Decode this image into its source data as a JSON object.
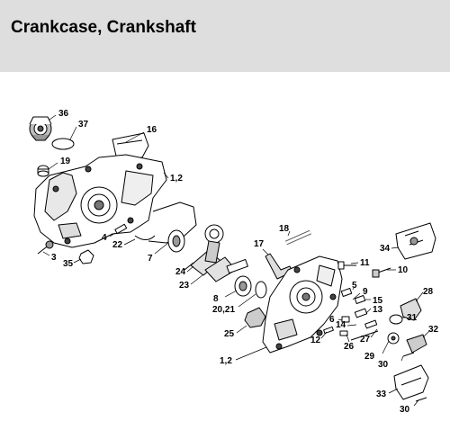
{
  "header": {
    "title": "Crankcase, Crankshaft"
  },
  "parts": {
    "p36": "36",
    "p37": "37",
    "p16": "16",
    "p19": "19",
    "p1_2_top": "1,2",
    "p4": "4",
    "p22": "22",
    "p3": "3",
    "p35": "35",
    "p7": "7",
    "p24": "24",
    "p23": "23",
    "p18": "18",
    "p17": "17",
    "p8": "8",
    "p20_21": "20,21",
    "p25": "25",
    "p1_2_bottom": "1,2",
    "p11": "11",
    "p10": "10",
    "p9": "9",
    "p5": "5",
    "p15": "15",
    "p13": "13",
    "p14": "14",
    "p6": "6",
    "p26": "26",
    "p12": "12",
    "p27": "27",
    "p28": "28",
    "p31": "31",
    "p29": "29",
    "p30_a": "30",
    "p32": "32",
    "p33": "33",
    "p30_b": "30",
    "p34": "34"
  },
  "colors": {
    "header_bg": "#dedede",
    "line": "#000000",
    "fill": "#ffffff",
    "shade": "#cfcfcf"
  }
}
